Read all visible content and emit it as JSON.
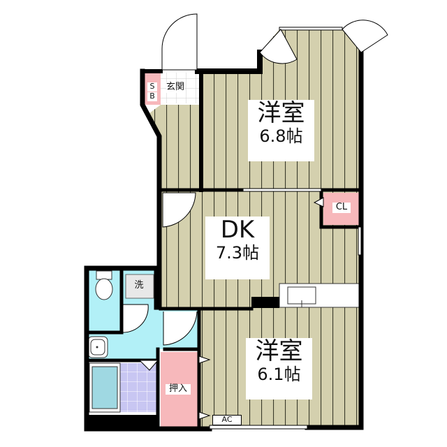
{
  "floorplan": {
    "colors": {
      "wall": "#000000",
      "floor": "#d4d0ae",
      "floor_line": "#3a3a2a",
      "wet_area": "#b2f0f7",
      "storage": "#f7b8bb",
      "bath_tile": "#c8c6f2",
      "tub": "#9fd8e2",
      "entrance_tile": "#ffffff"
    },
    "rooms": [
      {
        "id": "western-room-north",
        "title": "洋室",
        "size": "6.8帖"
      },
      {
        "id": "dining-kitchen",
        "title": "DK",
        "size": "7.3帖"
      },
      {
        "id": "western-room-south",
        "title": "洋室",
        "size": "6.1帖"
      }
    ],
    "labels": {
      "entrance": "玄関",
      "shoe_box": "S\nB",
      "shoe_box_s": "S",
      "shoe_box_b": "B",
      "closet": "CL",
      "oshiire": "押入",
      "washer": "洗",
      "air_conditioner": "AC"
    }
  }
}
